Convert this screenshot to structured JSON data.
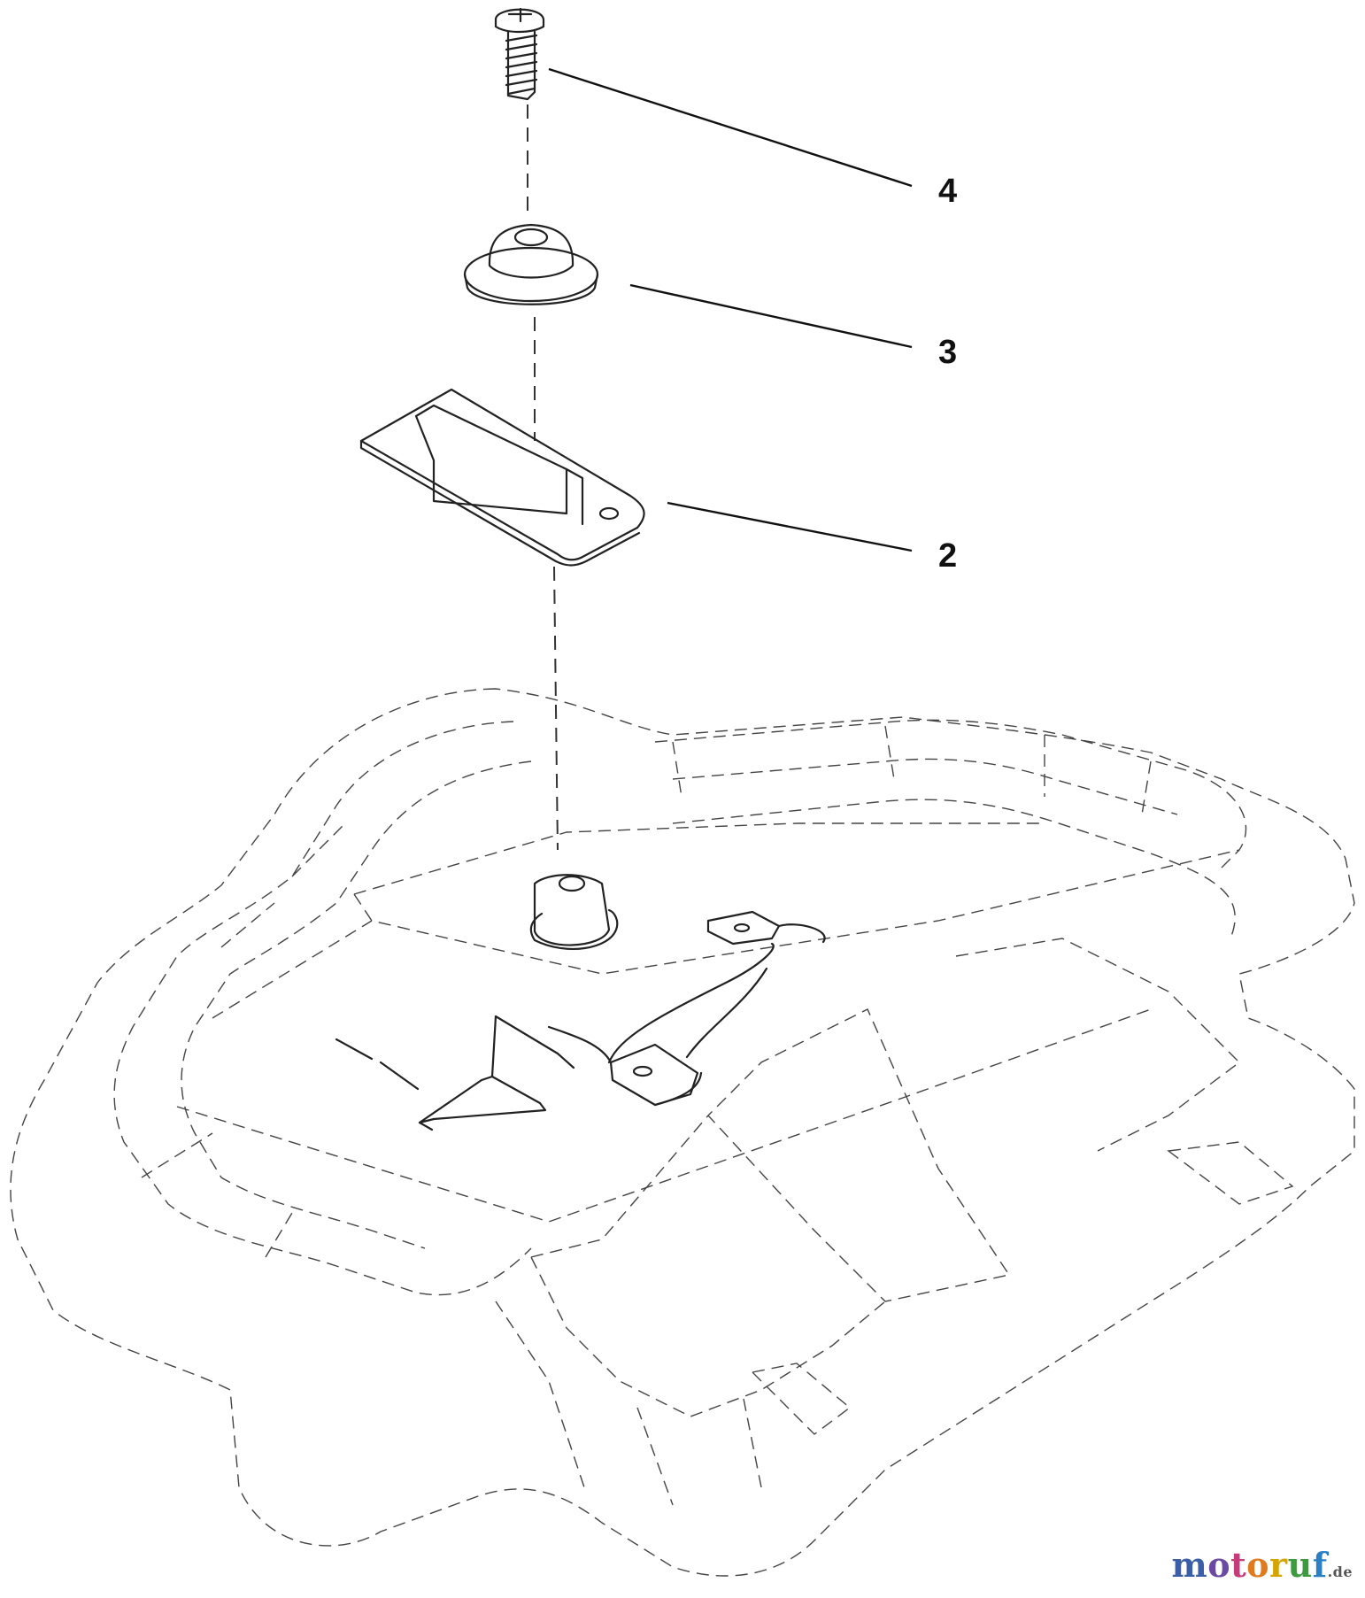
{
  "callouts": [
    {
      "label": "4",
      "part": "screw"
    },
    {
      "label": "3",
      "part": "grommet"
    },
    {
      "label": "2",
      "part": "bracket"
    }
  ],
  "watermark": {
    "letters": [
      {
        "ch": "m",
        "color": "#3a5fa8"
      },
      {
        "ch": "o",
        "color": "#6b4aa3"
      },
      {
        "ch": "t",
        "color": "#c63c7a"
      },
      {
        "ch": "o",
        "color": "#e07a1f"
      },
      {
        "ch": "r",
        "color": "#d6a400"
      },
      {
        "ch": "u",
        "color": "#3e9a3e"
      },
      {
        "ch": "f",
        "color": "#2b7fc4"
      }
    ],
    "suffix": ".de",
    "suffix_color": "#555555"
  }
}
